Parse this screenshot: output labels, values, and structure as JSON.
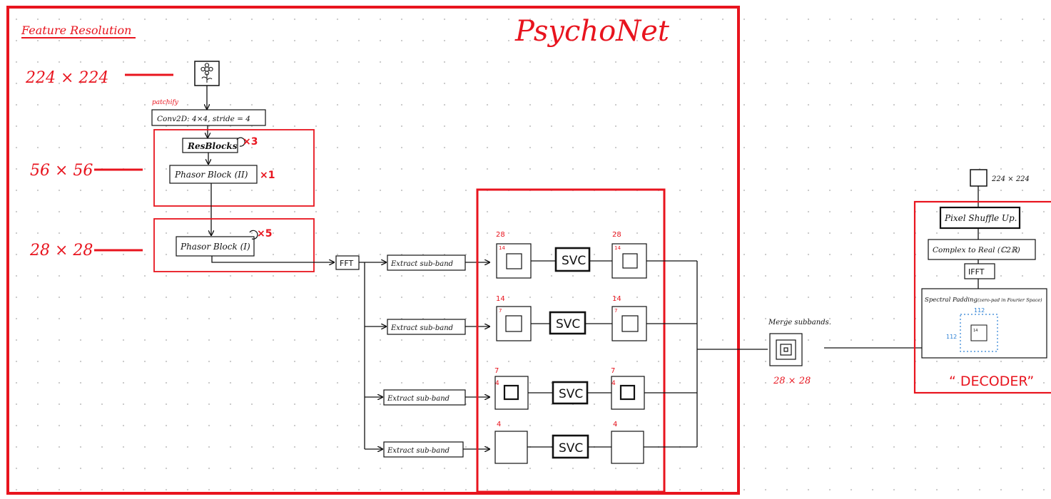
{
  "title": "PsychoNet",
  "feature_resolution": {
    "heading": "Feature Resolution",
    "res_224": "224 × 224",
    "res_56": "56 × 56",
    "res_28": "28 × 28"
  },
  "encoder": {
    "patchify_note": "patchify",
    "conv_label": "Conv2D:  4×4,  stride = 4",
    "resblocks_label": "ResBlocks",
    "resblocks_repeat": "×3",
    "phasor2_label": "Phasor Block (II)",
    "phasor2_repeat": "×1",
    "phasor1_label": "Phasor Block (I)",
    "phasor1_repeat": "×5",
    "fft_label": "FFT"
  },
  "subbands": [
    {
      "extract_label": "Extract  sub-band",
      "outer_size": "28",
      "inner_size": "14",
      "svc_label": "SVC",
      "out_outer_size": "28",
      "out_inner_size": "14"
    },
    {
      "extract_label": "Extract  sub-band",
      "outer_size": "14",
      "inner_size": "7",
      "svc_label": "SVC",
      "out_outer_size": "14",
      "out_inner_size": "7"
    },
    {
      "extract_label": "Extract  sub-band",
      "outer_size": "7",
      "inner_size": "4",
      "svc_label": "SVC",
      "out_outer_size": "7",
      "out_inner_size": "4"
    },
    {
      "extract_label": "Extract  sub-band",
      "outer_size": "4",
      "inner_size": "",
      "svc_label": "SVC",
      "out_outer_size": "4",
      "out_inner_size": ""
    }
  ],
  "merge": {
    "label": "Merge subbands.",
    "size": "28 × 28"
  },
  "decoder": {
    "output_size": "224 × 224",
    "pixel_shuffle_label": "Pixel Shuffle Up.",
    "complex_real_label": "Complex to Real (ℂ2ℝ)",
    "ifft_label": "IFFT",
    "padding_label": "Spectral Padding",
    "padding_note": "(zero-pad in Fourier Space)",
    "pad_top": "112",
    "pad_left": "112",
    "pad_inner": "14",
    "caption": "“ DECODER”"
  },
  "colors": {
    "accent_red": "#e8141e",
    "ink": "#111111",
    "note_blue": "#2a7fd4"
  }
}
